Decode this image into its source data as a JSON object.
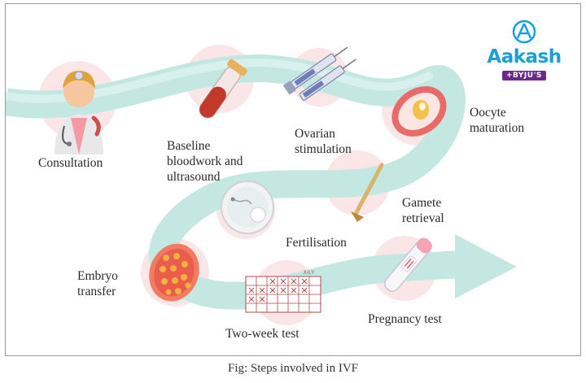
{
  "steps": {
    "consultation": "Consultation",
    "baseline": "Baseline\nbloodwork and\nultrasound",
    "ovarian": "Ovarian\nstimulation",
    "oocyte": "Oocyte\nmaturation",
    "gamete": "Gamete\nretrieval",
    "fertilisation": "Fertilisation",
    "embryo": "Embryo\ntransfer",
    "twoweek": "Two-week test",
    "pregnancy": "Pregnancy test"
  },
  "logo": {
    "name": "Aakash",
    "sub": "+BYJU'S"
  },
  "calendar": {
    "month": "JULY"
  },
  "caption": "Fig: Steps involved in IVF",
  "colors": {
    "ribbon": "#bfe6df",
    "ribbon_dark": "#9fd6cc",
    "blush": "#fbe3e4",
    "accent": "#e05a4f"
  }
}
